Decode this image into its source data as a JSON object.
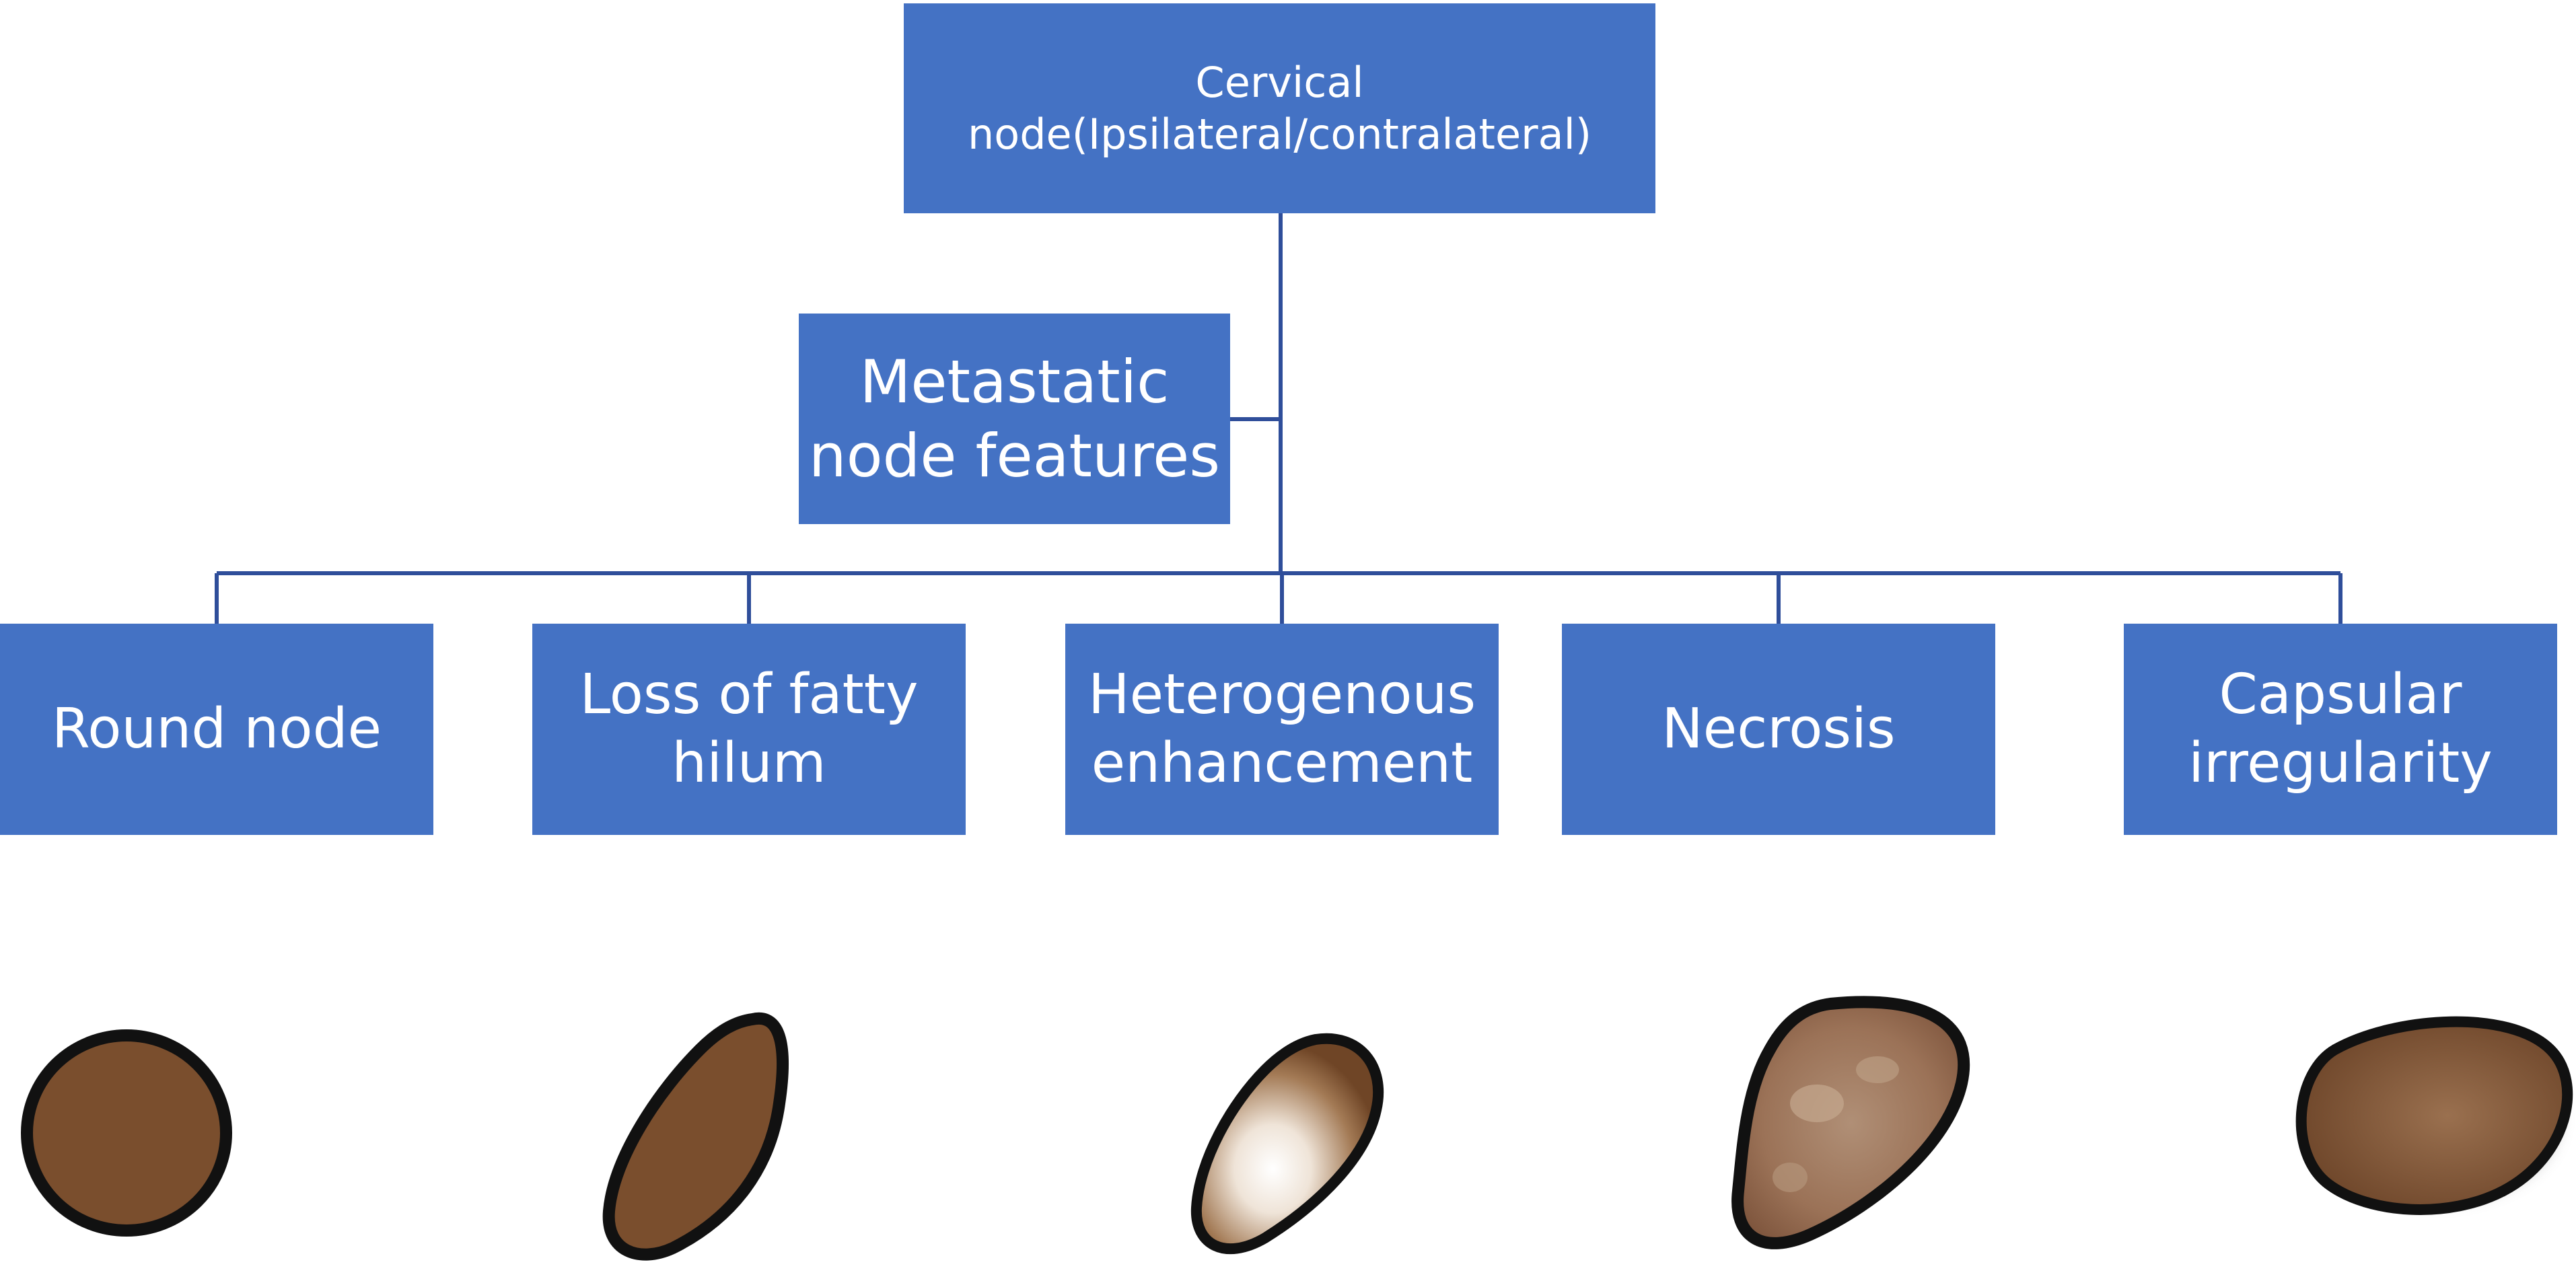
{
  "diagram": {
    "root": {
      "lines": [
        "Cervical",
        "node(Ipsilateral/contralateral)"
      ]
    },
    "intermediate": {
      "lines": [
        "Metastatic",
        "node features"
      ]
    },
    "features": [
      {
        "lines": [
          "Round node"
        ]
      },
      {
        "lines": [
          "Loss of fatty",
          "hilum"
        ]
      },
      {
        "lines": [
          "Heterogenous",
          "enhancement"
        ]
      },
      {
        "lines": [
          "Necrosis"
        ]
      },
      {
        "lines": [
          "Capsular",
          "irregularity"
        ]
      }
    ]
  },
  "colors": {
    "box_fill": "#4472c4",
    "box_text": "#ffffff",
    "connector": "#2f4e9a",
    "node_brown": "#7a4e2d",
    "node_outline": "#111111"
  }
}
